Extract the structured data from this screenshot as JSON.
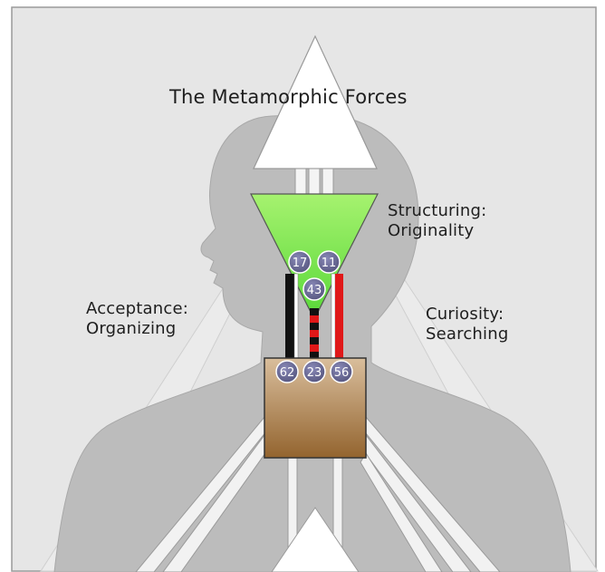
{
  "title": "The Metamorphic Forces",
  "labels": {
    "structuring": {
      "line1": "Structuring:",
      "line2": "Originality"
    },
    "acceptance": {
      "line1": "Acceptance:",
      "line2": "Organizing"
    },
    "curiosity": {
      "line1": "Curiosity:",
      "line2": "Searching"
    }
  },
  "gates": {
    "g17": "17",
    "g11": "11",
    "g43": "43",
    "g62": "62",
    "g23": "23",
    "g56": "56"
  },
  "colors": {
    "background": "#e6e6e6",
    "silhouette": "#bdbdbd",
    "ajna_green": "#7ee860",
    "throat_brown": "#a87c4e",
    "gate_circle": "#6f6f9c",
    "channel_red": "#e01818",
    "channel_black": "#111111"
  }
}
